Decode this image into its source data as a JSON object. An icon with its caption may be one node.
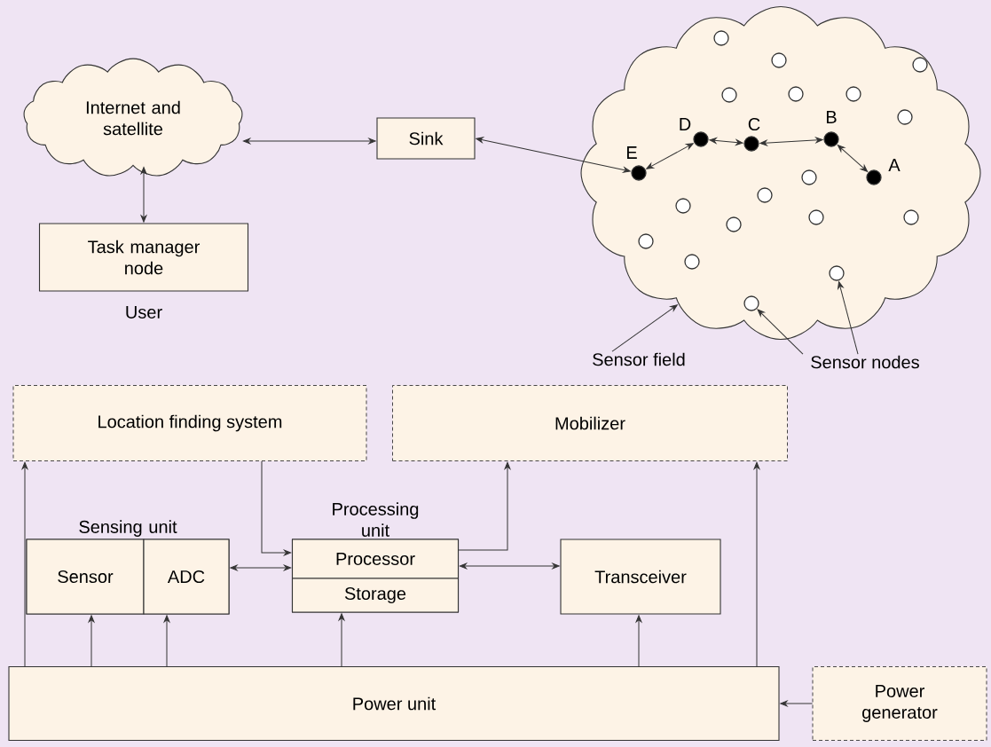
{
  "diagram": {
    "nodes": [
      {
        "text": [
          "Internet and satellite"
        ]
      },
      {
        "text": [
          "Sink"
        ]
      },
      {
        "text": [
          "Task manager node"
        ],
        "beside": [
          "User"
        ]
      },
      {
        "text": [],
        "shape": "cloud"
      },
      {
        "text": [],
        "shape": "circle",
        "in": 3,
        "beside": [
          "E"
        ]
      },
      {
        "text": [],
        "shape": "circle",
        "in": 3,
        "beside": [
          "D"
        ]
      },
      {
        "text": [],
        "shape": "circle",
        "in": 3,
        "beside": [
          "C"
        ]
      },
      {
        "text": [],
        "shape": "circle",
        "in": 3,
        "beside": [
          "B"
        ]
      },
      {
        "text": [],
        "shape": "circle",
        "in": 3,
        "beside": [
          "A"
        ]
      },
      {
        "text": [],
        "shape": "circle",
        "in": 3
      },
      {
        "text": [],
        "shape": "circle",
        "in": 3
      },
      {
        "text": [],
        "shape": "circle",
        "in": 3
      },
      {
        "text": [],
        "shape": "circle",
        "in": 3
      },
      {
        "text": [],
        "shape": "circle",
        "in": 3
      },
      {
        "text": [],
        "shape": "circle",
        "in": 3
      },
      {
        "text": [],
        "shape": "circle",
        "in": 3
      },
      {
        "text": [],
        "shape": "circle",
        "in": 3
      },
      {
        "text": [],
        "shape": "circle",
        "in": 3
      },
      {
        "text": [],
        "shape": "circle",
        "in": 3
      },
      {
        "text": [],
        "shape": "circle",
        "in": 3
      },
      {
        "text": [],
        "shape": "circle",
        "in": 3
      },
      {
        "text": [],
        "shape": "circle",
        "in": 3
      },
      {
        "text": [],
        "shape": "circle",
        "in": 3
      },
      {
        "text": [],
        "shape": "circle",
        "in": 3
      },
      {
        "text": [],
        "shape": "circle",
        "in": 3
      },
      {
        "text": [],
        "shape": "circle",
        "in": 3
      },
      {
        "text": [
          "Sensor field"
        ]
      },
      {
        "text": [
          "Sensor nodes"
        ]
      },
      {
        "text": [
          "Location finding system"
        ]
      },
      {
        "text": [
          "Mobilizer"
        ]
      },
      {
        "text": [
          "Sensing unit"
        ]
      },
      {
        "text": [
          "Sensor"
        ],
        "in": 30
      },
      {
        "text": [
          "ADC"
        ],
        "in": 30
      },
      {
        "text": [
          "Processing unit"
        ]
      },
      {
        "text": [
          "Processor"
        ],
        "in": 33
      },
      {
        "text": [
          "Storage"
        ],
        "in": 33
      },
      {
        "text": [
          "Transceiver"
        ]
      },
      {
        "text": [
          "Power unit"
        ]
      },
      {
        "text": [
          "Power generator"
        ]
      }
    ],
    "edges": [
      {
        "from": 0,
        "to": 1,
        "arrow": "both"
      },
      {
        "from": 0,
        "to": 2,
        "arrow": "both"
      },
      {
        "from": 1,
        "to": 4,
        "arrow": "both"
      },
      {
        "from": 4,
        "to": 5,
        "arrow": "both"
      },
      {
        "from": 5,
        "to": 6,
        "arrow": "both"
      },
      {
        "from": 6,
        "to": 7,
        "arrow": "both"
      },
      {
        "from": 7,
        "to": 8,
        "arrow": "both"
      },
      {
        "from": 26,
        "to": 3,
        "arrow": "to"
      },
      {
        "from": 27,
        "to": 25,
        "arrow": "to"
      },
      {
        "from": 27,
        "to": 24,
        "arrow": "to"
      },
      {
        "from": 37,
        "to": 28,
        "arrow": "to"
      },
      {
        "from": 37,
        "to": 31,
        "arrow": "to"
      },
      {
        "from": 37,
        "to": 32,
        "arrow": "to"
      },
      {
        "from": 37,
        "to": 35,
        "arrow": "to"
      },
      {
        "from": 37,
        "to": 36,
        "arrow": "to"
      },
      {
        "from": 37,
        "to": 29,
        "arrow": "to"
      },
      {
        "from": 38,
        "to": 37,
        "arrow": "to"
      },
      {
        "from": 28,
        "to": 34,
        "arrow": "to"
      },
      {
        "from": 34,
        "to": 29,
        "arrow": "to"
      },
      {
        "from": 32,
        "to": 34,
        "arrow": "both"
      },
      {
        "from": 34,
        "to": 36,
        "arrow": "both"
      }
    ]
  }
}
